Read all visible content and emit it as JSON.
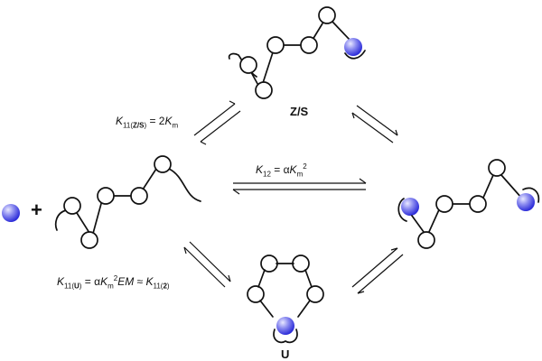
{
  "diagram": {
    "labels": {
      "zs": "Z/S",
      "u": "U",
      "plus": "+"
    },
    "equations": {
      "k11zs": {
        "K": "K",
        "sub": "11(",
        "subBold": "Z/S",
        "subEnd": ")",
        "rhs": " = 2",
        "K2": "K",
        "sub2": "m"
      },
      "k12": {
        "K": "K",
        "sub": "12",
        "rhs": " = α",
        "K2": "K",
        "sub2": "m",
        "sup2": "2"
      },
      "k11u": {
        "K": "K",
        "sub": "11(",
        "subBold": "U",
        "subEnd": ")",
        "rhs": " = α",
        "K2": "K",
        "sub2": "m",
        "sup2": "2",
        "em": "EM",
        "approx": " ≈ ",
        "K3": "K",
        "sub3": "11(",
        "sub3Bold": "2",
        "sub3End": ")"
      }
    },
    "colors": {
      "guest_light": "#e8e8ff",
      "guest_dark": "#2a2ad8",
      "line": "#111111"
    }
  }
}
